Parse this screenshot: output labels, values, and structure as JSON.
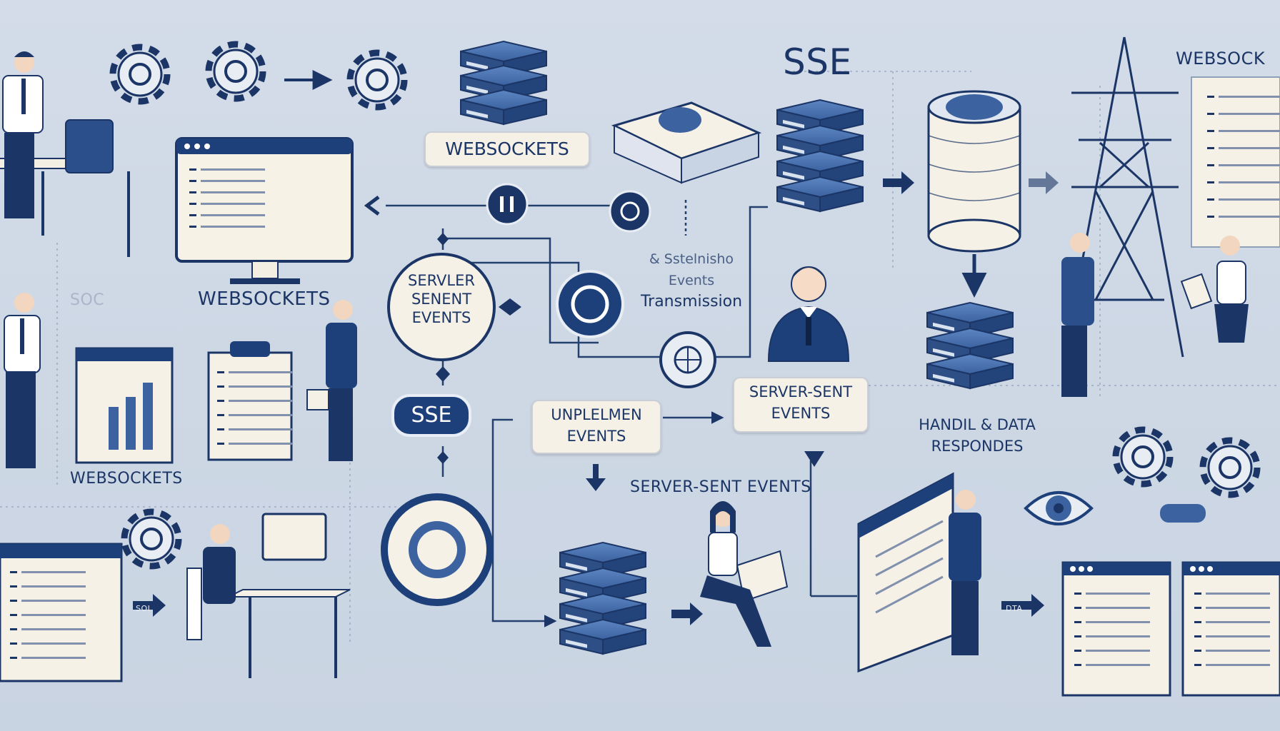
{
  "labels": {
    "sse_top": "SSE",
    "websockets_top_right": "WEBSOCK",
    "websockets_pill_top": "WEBSOCKETS",
    "websockets_monitor": "WEBSOCKETS",
    "sockets_faded": "SOC",
    "websockets_chart": "WEBSOCKETS",
    "server_sent_circle": [
      "SERVLER",
      "SENENT",
      "EVENTS"
    ],
    "establish_lines": [
      "& Sstelnisho",
      "Events",
      "Transmission"
    ],
    "sse_dark_pill": "SSE",
    "unplelmen_pill": [
      "UNPLELMEN",
      "EVENTS"
    ],
    "server_sent_pill": [
      "SERVER-SENT",
      "EVENTS"
    ],
    "handle_data": [
      "HANDIL  & DATA",
      "RESPONDES"
    ],
    "server_sent_events_line": "SERVER-SENT EVENTS",
    "arrow_tag_left": "SOI",
    "arrow_tag_right": "DTA"
  },
  "colors": {
    "background": "#cfd9e6",
    "navy": "#1b3566",
    "accent_blue": "#3f6aa8",
    "paper": "#f5f1e6",
    "line": "#24406f"
  }
}
